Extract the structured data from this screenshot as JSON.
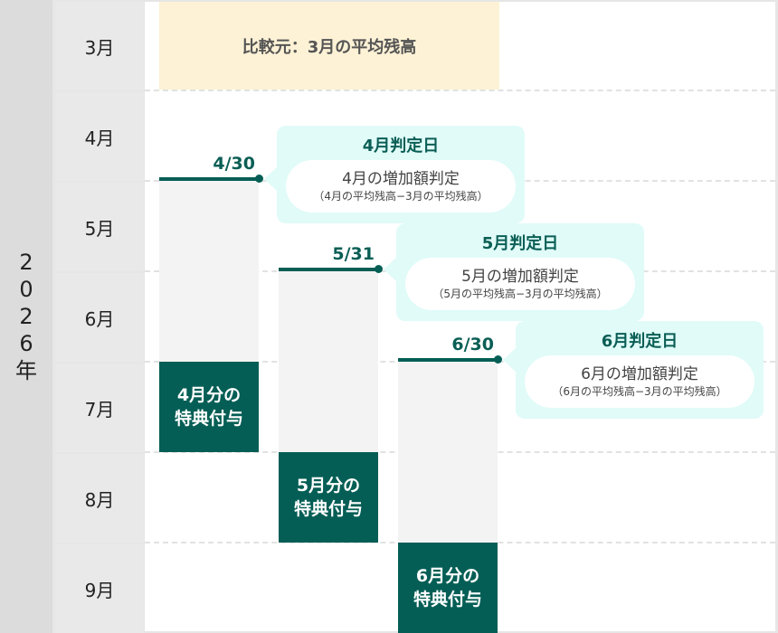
{
  "year": {
    "chars": [
      "2",
      "0",
      "2",
      "6",
      "年"
    ]
  },
  "months": [
    "3月",
    "4月",
    "5月",
    "6月",
    "7月",
    "8月",
    "9月"
  ],
  "comparison": {
    "label": "比較元：3月の平均残高",
    "color": "#fdf2d6"
  },
  "judgments": [
    {
      "date": "4/30",
      "title": "4月判定日",
      "main": "4月の増加額判定",
      "sub": "（4月の平均残高−3月の平均残高）",
      "grant_line1": "4月分の",
      "grant_line2": "特典付与"
    },
    {
      "date": "5/31",
      "title": "5月判定日",
      "main": "5月の増加額判定",
      "sub": "（5月の平均残高−3月の平均残高）",
      "grant_line1": "5月分の",
      "grant_line2": "特典付与"
    },
    {
      "date": "6/30",
      "title": "6月判定日",
      "main": "6月の増加額判定",
      "sub": "（6月の平均残高−3月の平均残高）",
      "grant_line1": "6月分の",
      "grant_line2": "特典付与"
    }
  ],
  "colors": {
    "accent": "#045e55",
    "bubble": "#e0fbf8",
    "bar_background": "#f3f3f3",
    "month_cell": "#e9e9e9",
    "year_column": "#dcdcdc"
  }
}
